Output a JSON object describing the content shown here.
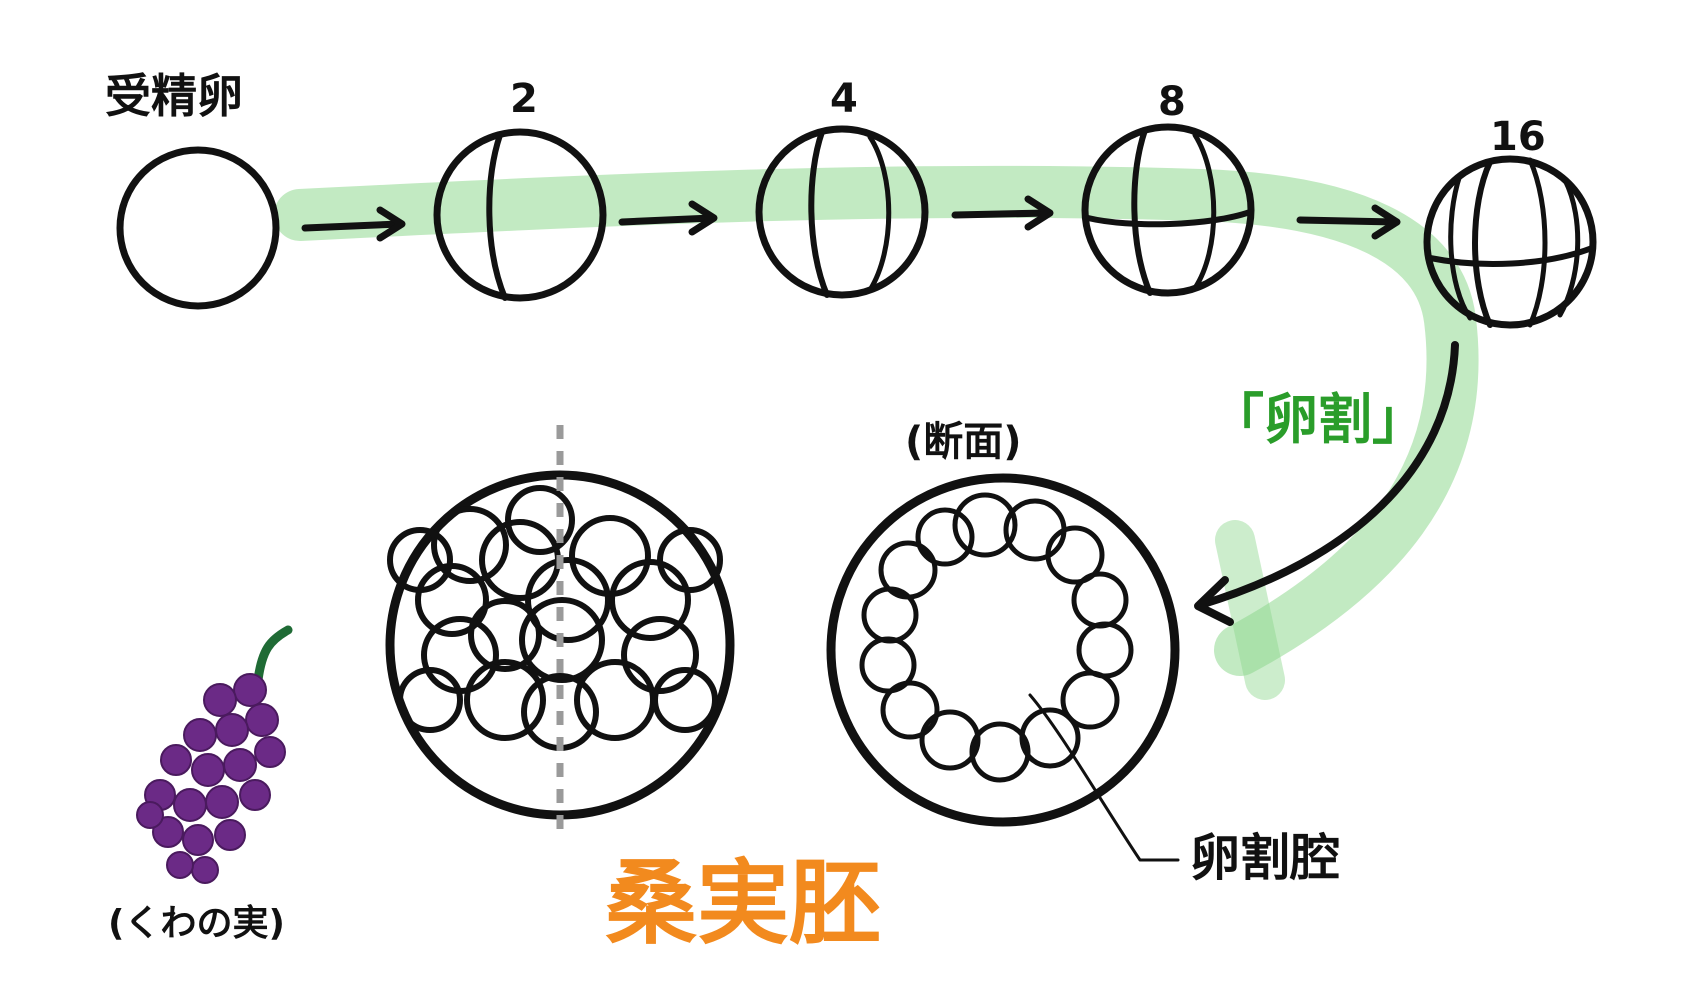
{
  "labels": {
    "fertilized_egg": "受精卵",
    "stage_2": "2",
    "stage_4": "4",
    "stage_8": "8",
    "stage_16": "16",
    "cleavage": "「卵割」",
    "cross_section": "(断面)",
    "cleavage_cavity": "卵割腔",
    "morula": "桑実胚",
    "mulberry": "(くわの実)"
  },
  "colors": {
    "ink": "#111111",
    "highlight": "#8fd88f",
    "cleavage_text": "#2a9d2a",
    "arrow": "#1e4d2b",
    "morula_text": "#f28a1e",
    "berry": "#6b2a86",
    "stem": "#1f6b35"
  }
}
